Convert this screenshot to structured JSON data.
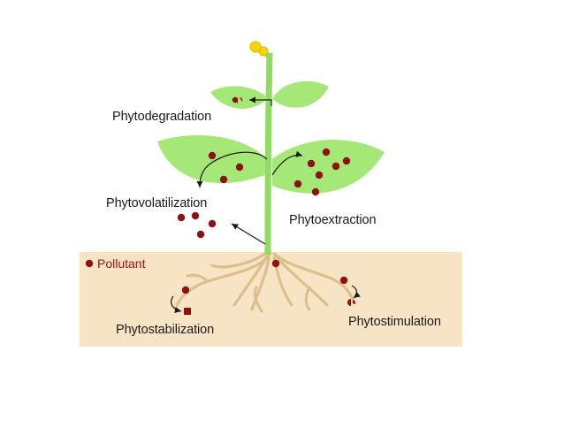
{
  "labels": {
    "phytodegradation": "Phytodegradation",
    "phytovolatilization": "Phytovolatilization",
    "phytoextraction": "Phytoextraction",
    "phytostabilization": "Phytostabilization",
    "phytostimulation": "Phytostimulation"
  },
  "legend": {
    "pollutant": "Pollutant"
  },
  "colors": {
    "soil": "#f7e4c4",
    "leaf": "#a5e878",
    "leaf_vein": "#7cd05a",
    "stem": "#8fdc64",
    "root": "#dcc08c",
    "pollutant": "#8e1212",
    "flower": "#f5d400",
    "arrow": "#1a1a1a",
    "pollutant_label": "#9a1414"
  },
  "icons": {
    "pollutant_marker": "dot",
    "stabilized_marker": "square",
    "stimulated_marker": "split-dot"
  }
}
